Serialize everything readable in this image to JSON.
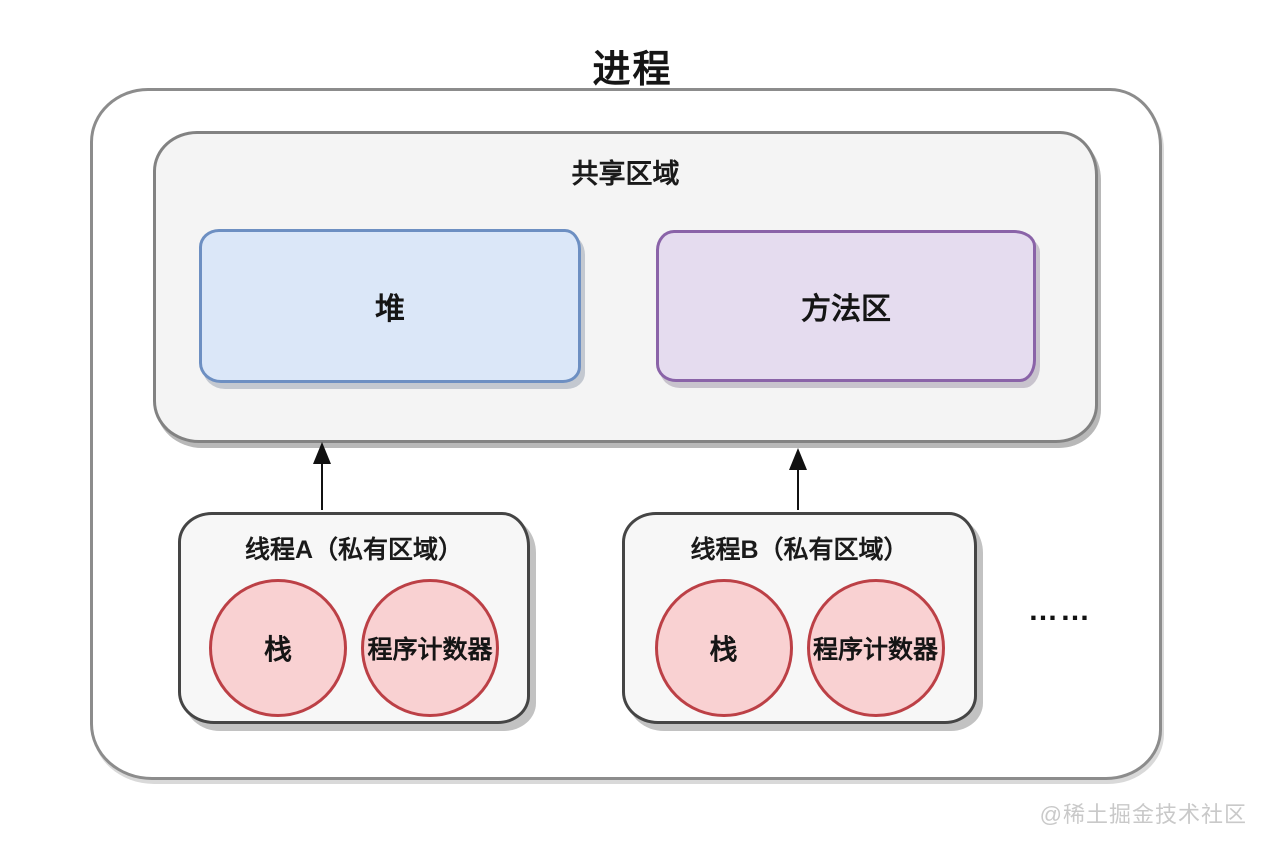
{
  "diagram": {
    "title": "进程",
    "shared_region": {
      "label": "共享区域",
      "boxes": [
        {
          "label": "堆",
          "fill": "#dbe7f8",
          "border": "#6d8fc2"
        },
        {
          "label": "方法区",
          "fill": "#e5dcef",
          "border": "#8a63a8"
        }
      ]
    },
    "threads": [
      {
        "label": "线程A（私有区域）",
        "circles": [
          {
            "label": "栈"
          },
          {
            "label": "程序计数器"
          }
        ]
      },
      {
        "label": "线程B（私有区域）",
        "circles": [
          {
            "label": "栈"
          },
          {
            "label": "程序计数器"
          }
        ]
      }
    ],
    "ellipsis": "……",
    "watermark": "@稀土掘金技术社区",
    "colors": {
      "circle_fill": "#f9d1d2",
      "circle_border": "#bc4046",
      "thread_box_fill": "#f7f7f7",
      "thread_box_border": "#454545",
      "shared_region_fill": "#f4f4f4",
      "outline_gray": "#828282",
      "arrow": "#111111",
      "watermark_text": "#c9c9c9"
    }
  }
}
